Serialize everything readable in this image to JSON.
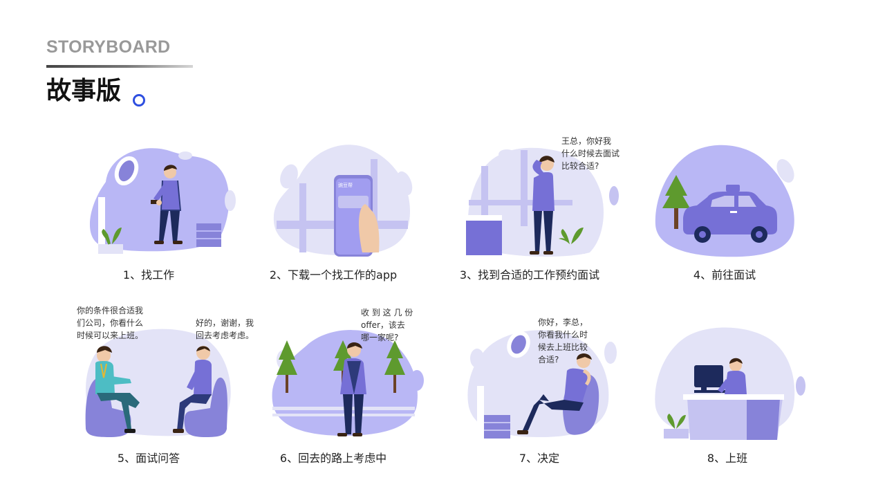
{
  "header": {
    "title_en": "STORYBOARD",
    "title_cn": "故事版"
  },
  "colors": {
    "accent": "#2e4fe0",
    "blob_light": "#e3e3f7",
    "blob_mid": "#b9b7f5",
    "figure_blue": "#7670d6",
    "figure_dark": "#1d2a5c",
    "plant_green": "#5e9a2e",
    "skin": "#f0c9a8",
    "hair": "#3a2414"
  },
  "phone_app_label": "豌豆帮",
  "panels": [
    {
      "caption": "1、找工作"
    },
    {
      "caption": "2、下载一个找工作的app"
    },
    {
      "caption": "3、找到合适的工作预约面试",
      "speech": "王总，你好我\n什么时候去面试\n比较合适?"
    },
    {
      "caption": "4、前往面试"
    },
    {
      "caption": "5、面试问答",
      "speech": "你的条件很合适我\n们公司，你看什么\n时候可以来上班。",
      "speech2": "好的，谢谢，我\n回去考虑考虑。"
    },
    {
      "caption": "6、回去的路上考虑中",
      "speech": "收 到 这 几 份\noffer，该去\n哪一家呢?"
    },
    {
      "caption": "7、决定",
      "speech": "你好，李总，\n你看我什么时\n候去上班比较\n合适?"
    },
    {
      "caption": "8、上班"
    }
  ]
}
